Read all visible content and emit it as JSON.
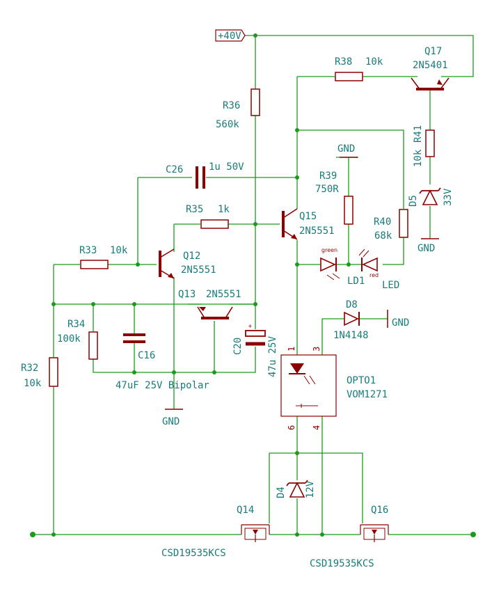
{
  "power": {
    "supply": "+40V"
  },
  "components": {
    "r36": {
      "ref": "R36",
      "value": "560k"
    },
    "r38": {
      "ref": "R38",
      "value": "10k"
    },
    "q17": {
      "ref": "Q17",
      "value": "2N5401"
    },
    "r41": {
      "ref": "R41",
      "value": "10k"
    },
    "d5": {
      "ref": "D5",
      "value": "33V"
    },
    "c26": {
      "ref": "C26",
      "value": "1u 50V"
    },
    "r39": {
      "ref": "R39",
      "value": "750R"
    },
    "r35": {
      "ref": "R35",
      "value": "1k"
    },
    "q15": {
      "ref": "Q15",
      "value": "2N5551"
    },
    "r40": {
      "ref": "R40",
      "value": "68k"
    },
    "r33": {
      "ref": "R33",
      "value": "10k"
    },
    "q12": {
      "ref": "Q12",
      "value": "2N5551"
    },
    "ld1": {
      "ref": "LD1",
      "value": "LED",
      "green": "green",
      "red": "red"
    },
    "q13": {
      "ref": "Q13",
      "value": "2N5551"
    },
    "d8": {
      "ref": "D8",
      "value": "1N4148"
    },
    "r34": {
      "ref": "R34",
      "value": "100k"
    },
    "c16": {
      "ref": "C16",
      "value": "47uF 25V Bipolar"
    },
    "c20": {
      "ref": "C20",
      "value": "47u 25V"
    },
    "opto1": {
      "ref": "OPTO1",
      "value": "VOM1271",
      "pins": [
        "1",
        "3",
        "6",
        "4"
      ]
    },
    "r32": {
      "ref": "R32",
      "value": "10k"
    },
    "d4": {
      "ref": "D4",
      "value": "12V"
    },
    "q14": {
      "ref": "Q14",
      "value": "CSD19535KCS"
    },
    "q16": {
      "ref": "Q16",
      "value": "CSD19535KCS"
    }
  },
  "nets": {
    "gnd": "GND"
  }
}
